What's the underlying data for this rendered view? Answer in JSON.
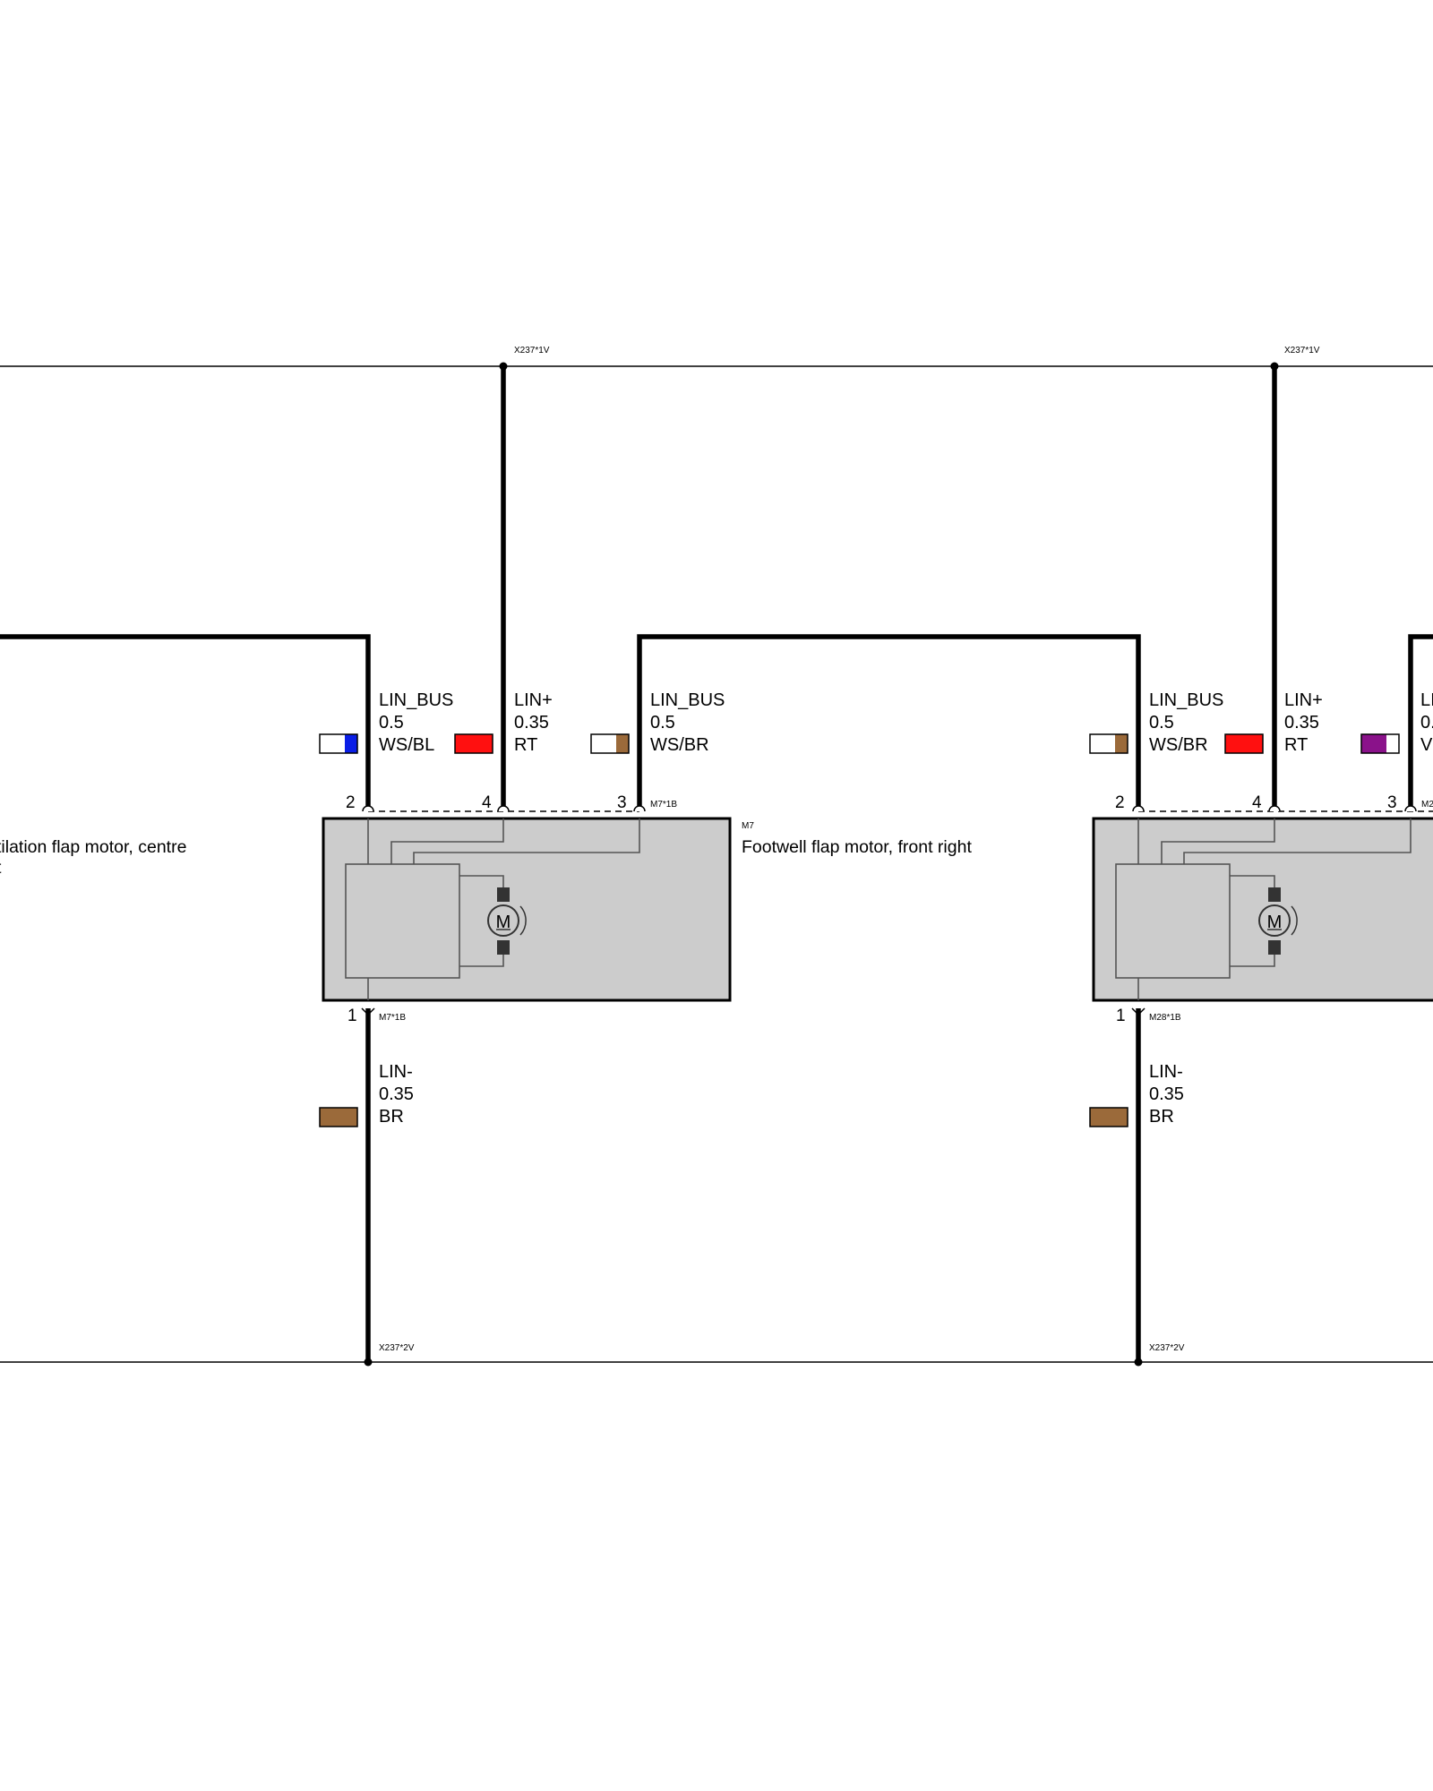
{
  "connectors": {
    "top_left": "X237*1V",
    "top_right": "X237*1V",
    "bottom_left": "X237*2V",
    "bottom_right": "X237*2V"
  },
  "components": {
    "left_partial_desc_line1": "tilation flap motor, centre",
    "left_partial_desc_line2": "t",
    "m7": {
      "ref": "M7",
      "description": "Footwell flap motor, front right",
      "pin_top_connector": "M7*1B",
      "pin_bottom_connector": "M7*1B"
    },
    "m28": {
      "pin_top_connector_partial": "M2",
      "pin_bottom_connector": "M28*1B"
    }
  },
  "pins": {
    "m7_lin_bus": "2",
    "m7_lin_plus": "4",
    "m7_lin_bus_b": "3",
    "m7_lin_minus": "1",
    "m28_lin_bus": "2",
    "m28_lin_plus": "4",
    "m28_lin_bus_b": "3",
    "m28_lin_minus": "1"
  },
  "wires": {
    "m7_lin_bus": {
      "signal": "LIN_BUS",
      "size": "0.5",
      "color_code": "WS/BL",
      "colors": [
        "#ffffff",
        "#0a1ee6"
      ]
    },
    "m7_lin_plus": {
      "signal": "LIN+",
      "size": "0.35",
      "color_code": "RT",
      "colors": [
        "#ff1010"
      ]
    },
    "m7_lin_bus_b": {
      "signal": "LIN_BUS",
      "size": "0.5",
      "color_code": "WS/BR",
      "colors": [
        "#ffffff",
        "#9b6a3a"
      ]
    },
    "m7_lin_minus": {
      "signal": "LIN-",
      "size": "0.35",
      "color_code": "BR",
      "colors": [
        "#9b6a3a"
      ]
    },
    "m28_lin_bus": {
      "signal": "LIN_BUS",
      "size": "0.5",
      "color_code": "WS/BR",
      "colors": [
        "#ffffff",
        "#9b6a3a"
      ]
    },
    "m28_lin_plus": {
      "signal": "LIN+",
      "size": "0.35",
      "color_code": "RT",
      "colors": [
        "#ff1010"
      ]
    },
    "m28_lin_bus_b": {
      "signal_partial": "LI",
      "size_partial": "0.",
      "color_code_partial": "V",
      "colors": [
        "#8a128a",
        "#ffffff"
      ]
    },
    "m28_lin_minus": {
      "signal": "LIN-",
      "size": "0.35",
      "color_code": "BR",
      "colors": [
        "#9b6a3a"
      ]
    }
  },
  "symbols": {
    "motor_letter": "M",
    "motor_icon": "dc-motor-icon"
  }
}
